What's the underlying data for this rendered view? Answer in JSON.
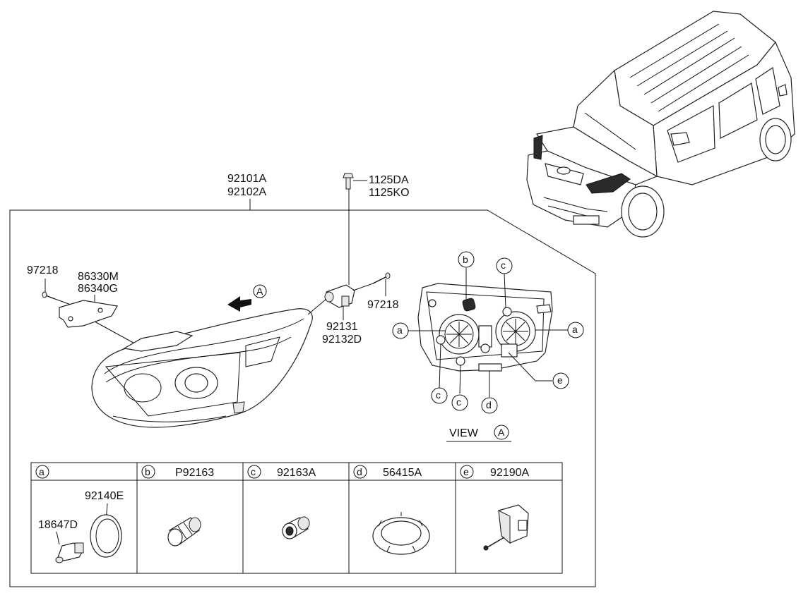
{
  "assembly": {
    "parts": {
      "headlamp_1": "92101A",
      "headlamp_2": "92102A",
      "bolt_1": "1125DA",
      "bolt_2": "1125KO",
      "screw_left": "97218",
      "bracket_1": "86330M",
      "bracket_2": "86340G",
      "screw_right": "97218",
      "actuator_1": "92131",
      "actuator_2": "92132D"
    },
    "view_ref": "A",
    "view_label": "VIEW"
  },
  "callouts": {
    "a": "a",
    "b": "b",
    "c": "c",
    "d": "d",
    "e": "e"
  },
  "table": {
    "headers": [
      {
        "key": "a",
        "part": ""
      },
      {
        "key": "b",
        "part": "P92163"
      },
      {
        "key": "c",
        "part": "92163A"
      },
      {
        "key": "d",
        "part": "56415A"
      },
      {
        "key": "e",
        "part": "92190A"
      }
    ],
    "cell_a": {
      "bulb": "18647D",
      "cap": "92140E"
    }
  }
}
